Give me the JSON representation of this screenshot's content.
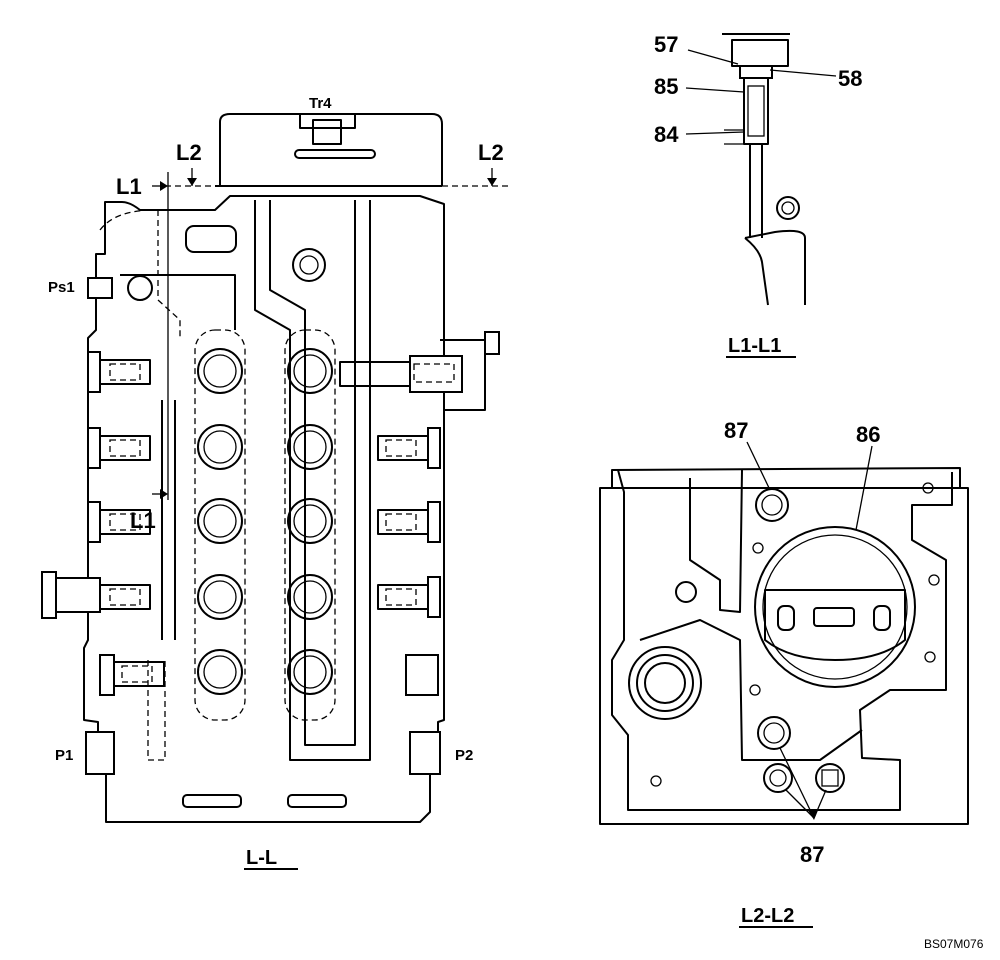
{
  "labels": {
    "tr4": "Tr4",
    "l2_left": "L2",
    "l2_right": "L2",
    "l1_top": "L1",
    "l1_mid": "L1",
    "ps1": "Ps1",
    "p1": "P1",
    "p2": "P2",
    "view_ll": "L-L",
    "n57": "57",
    "n58": "58",
    "n85": "85",
    "n84": "84",
    "view_l1l1": "L1-L1",
    "n87_top": "87",
    "n86": "86",
    "n87_bottom": "87",
    "view_l2l2": "L2-L2",
    "code": "BS07M076"
  }
}
